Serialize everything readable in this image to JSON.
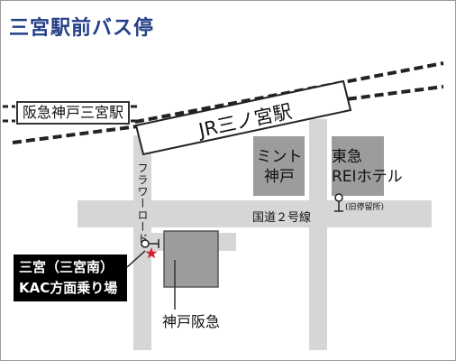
{
  "title": "三宮駅前バス停",
  "stations": {
    "jr": "JR三ノ宮駅",
    "hankyu": "阪急神戸三宮駅"
  },
  "buildings": {
    "mint_line1": "ミント",
    "mint_line2": "神戸",
    "tokyu_line1": "東急",
    "tokyu_line2": "REIホテル",
    "hankyu_kobe": "神戸阪急"
  },
  "roads": {
    "national_route": "国道２号線",
    "flower_road": "フラワーロード"
  },
  "landmarks": {
    "old_stop_note": "(旧停留所)"
  },
  "bus_stop": {
    "line1": "三宮（三宮南）",
    "line2": "KAC方面乗り場"
  },
  "colors": {
    "title": "#233f86",
    "road": "#d6d6d6",
    "building": "#9c9c9c",
    "star": "#d2202a"
  }
}
